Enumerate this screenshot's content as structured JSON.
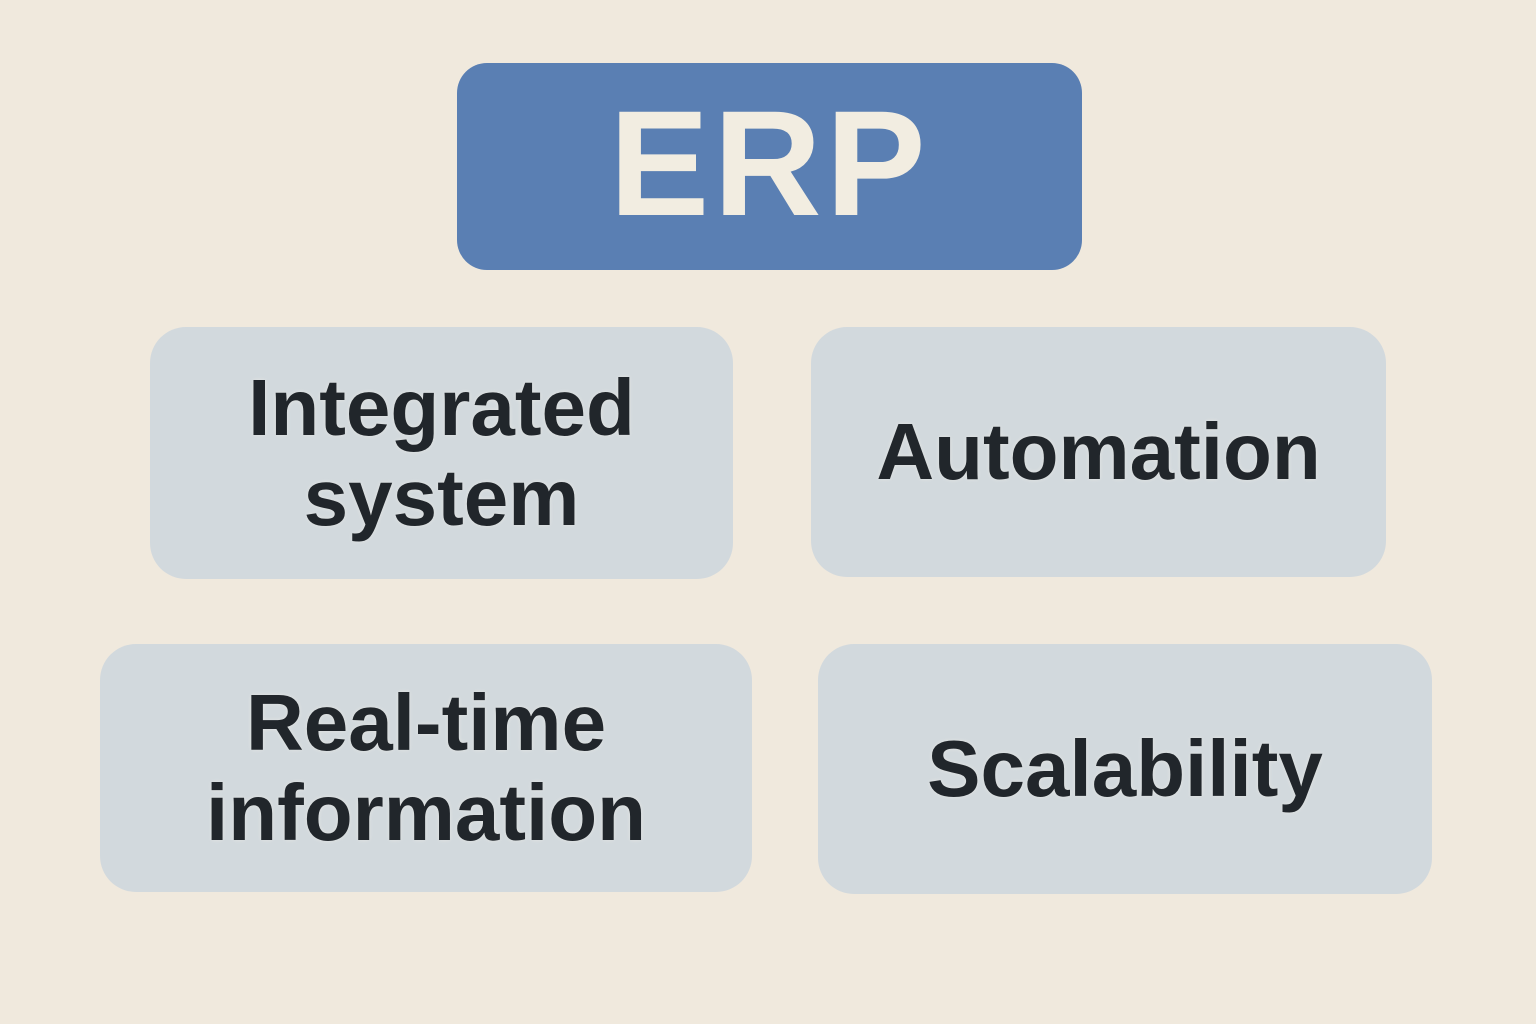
{
  "diagram": {
    "title": "ERP",
    "nodes": [
      {
        "label": "Integrated system"
      },
      {
        "label": "Automation"
      },
      {
        "label": "Real-time information"
      },
      {
        "label": "Scalability"
      }
    ],
    "colors": {
      "background": "#f0e9dd",
      "header_fill": "#5a7fb3",
      "header_text": "#f2ede1",
      "node_fill": "#d2d9dd",
      "node_text": "#21262b"
    }
  }
}
